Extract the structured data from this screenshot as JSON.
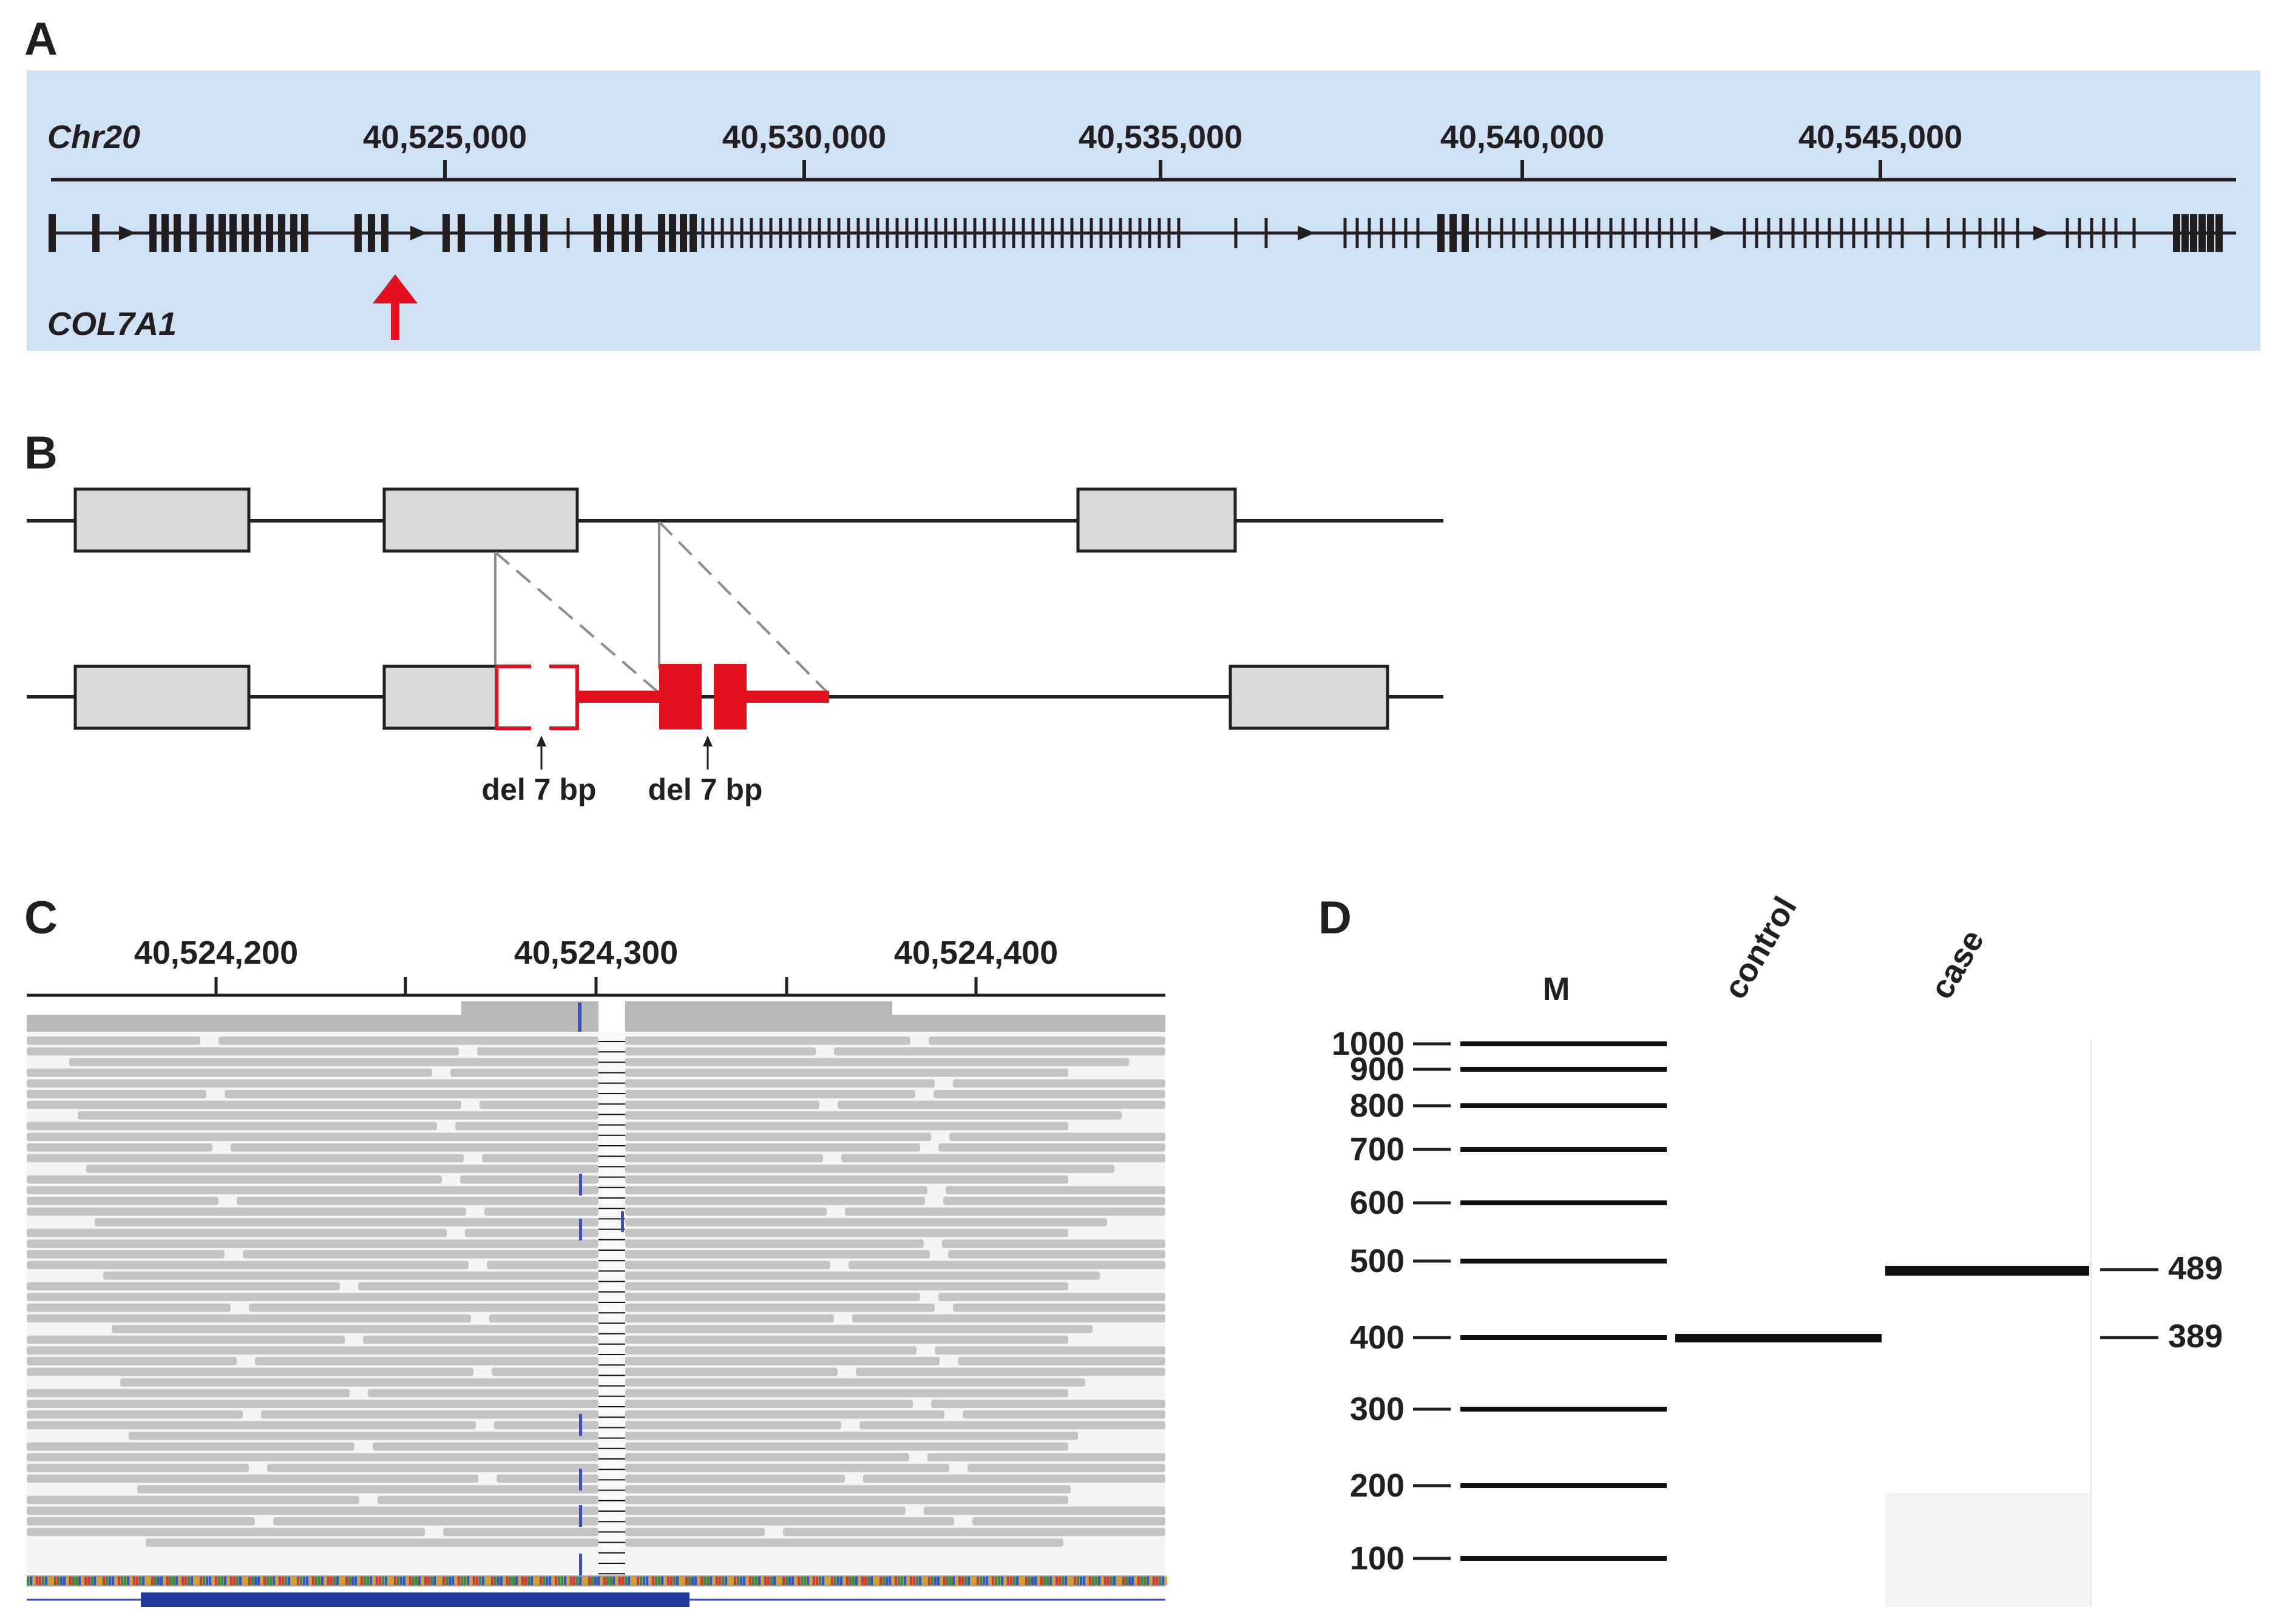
{
  "panels": {
    "A": {
      "label": "A",
      "chromosome": "Chr20",
      "gene": "COL7A1",
      "ticks": [
        "40,525,000",
        "40,530,000",
        "40,535,000",
        "40,540,000",
        "40,545,000"
      ],
      "colors": {
        "background": "#cfe2f3",
        "arrow": "#e3101f"
      }
    },
    "B": {
      "label": "B",
      "annotations": [
        "del 7 bp",
        "del 7 bp"
      ],
      "colors": {
        "exon": "#d9d9d9",
        "mutant": "#e3101f"
      }
    },
    "C": {
      "label": "C",
      "ticks": [
        "40,524,200",
        "40,524,300",
        "40,524,400"
      ]
    },
    "D": {
      "label": "D",
      "lanes": [
        "M",
        "control",
        "case"
      ],
      "marker_sizes": [
        "1000",
        "900",
        "800",
        "700",
        "600",
        "500",
        "400",
        "300",
        "200",
        "100"
      ],
      "band_sizes": [
        "489",
        "389"
      ]
    }
  }
}
